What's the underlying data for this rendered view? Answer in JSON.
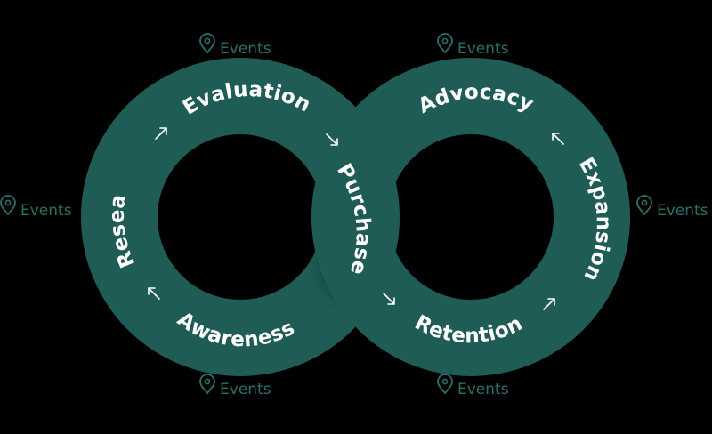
{
  "colors": {
    "background": "#000000",
    "ring": "#1f5c56",
    "ring_shadow": "#174a45",
    "label": "#ffffff",
    "event": "#2c6f68"
  },
  "stages": {
    "research": "Research",
    "evaluation": "Evaluation",
    "purchase": "Purchase",
    "awareness": "Awareness",
    "advocacy": "Advocacy",
    "expansion": "Expansion",
    "retention": "Retention"
  },
  "events": {
    "top_left": "Events",
    "top_right": "Events",
    "left": "Events",
    "right": "Events",
    "bottom_left": "Events",
    "bottom_right": "Events"
  },
  "icons": {
    "event_marker": "map-pin-icon",
    "flow_arrow": "arrow-icon"
  }
}
